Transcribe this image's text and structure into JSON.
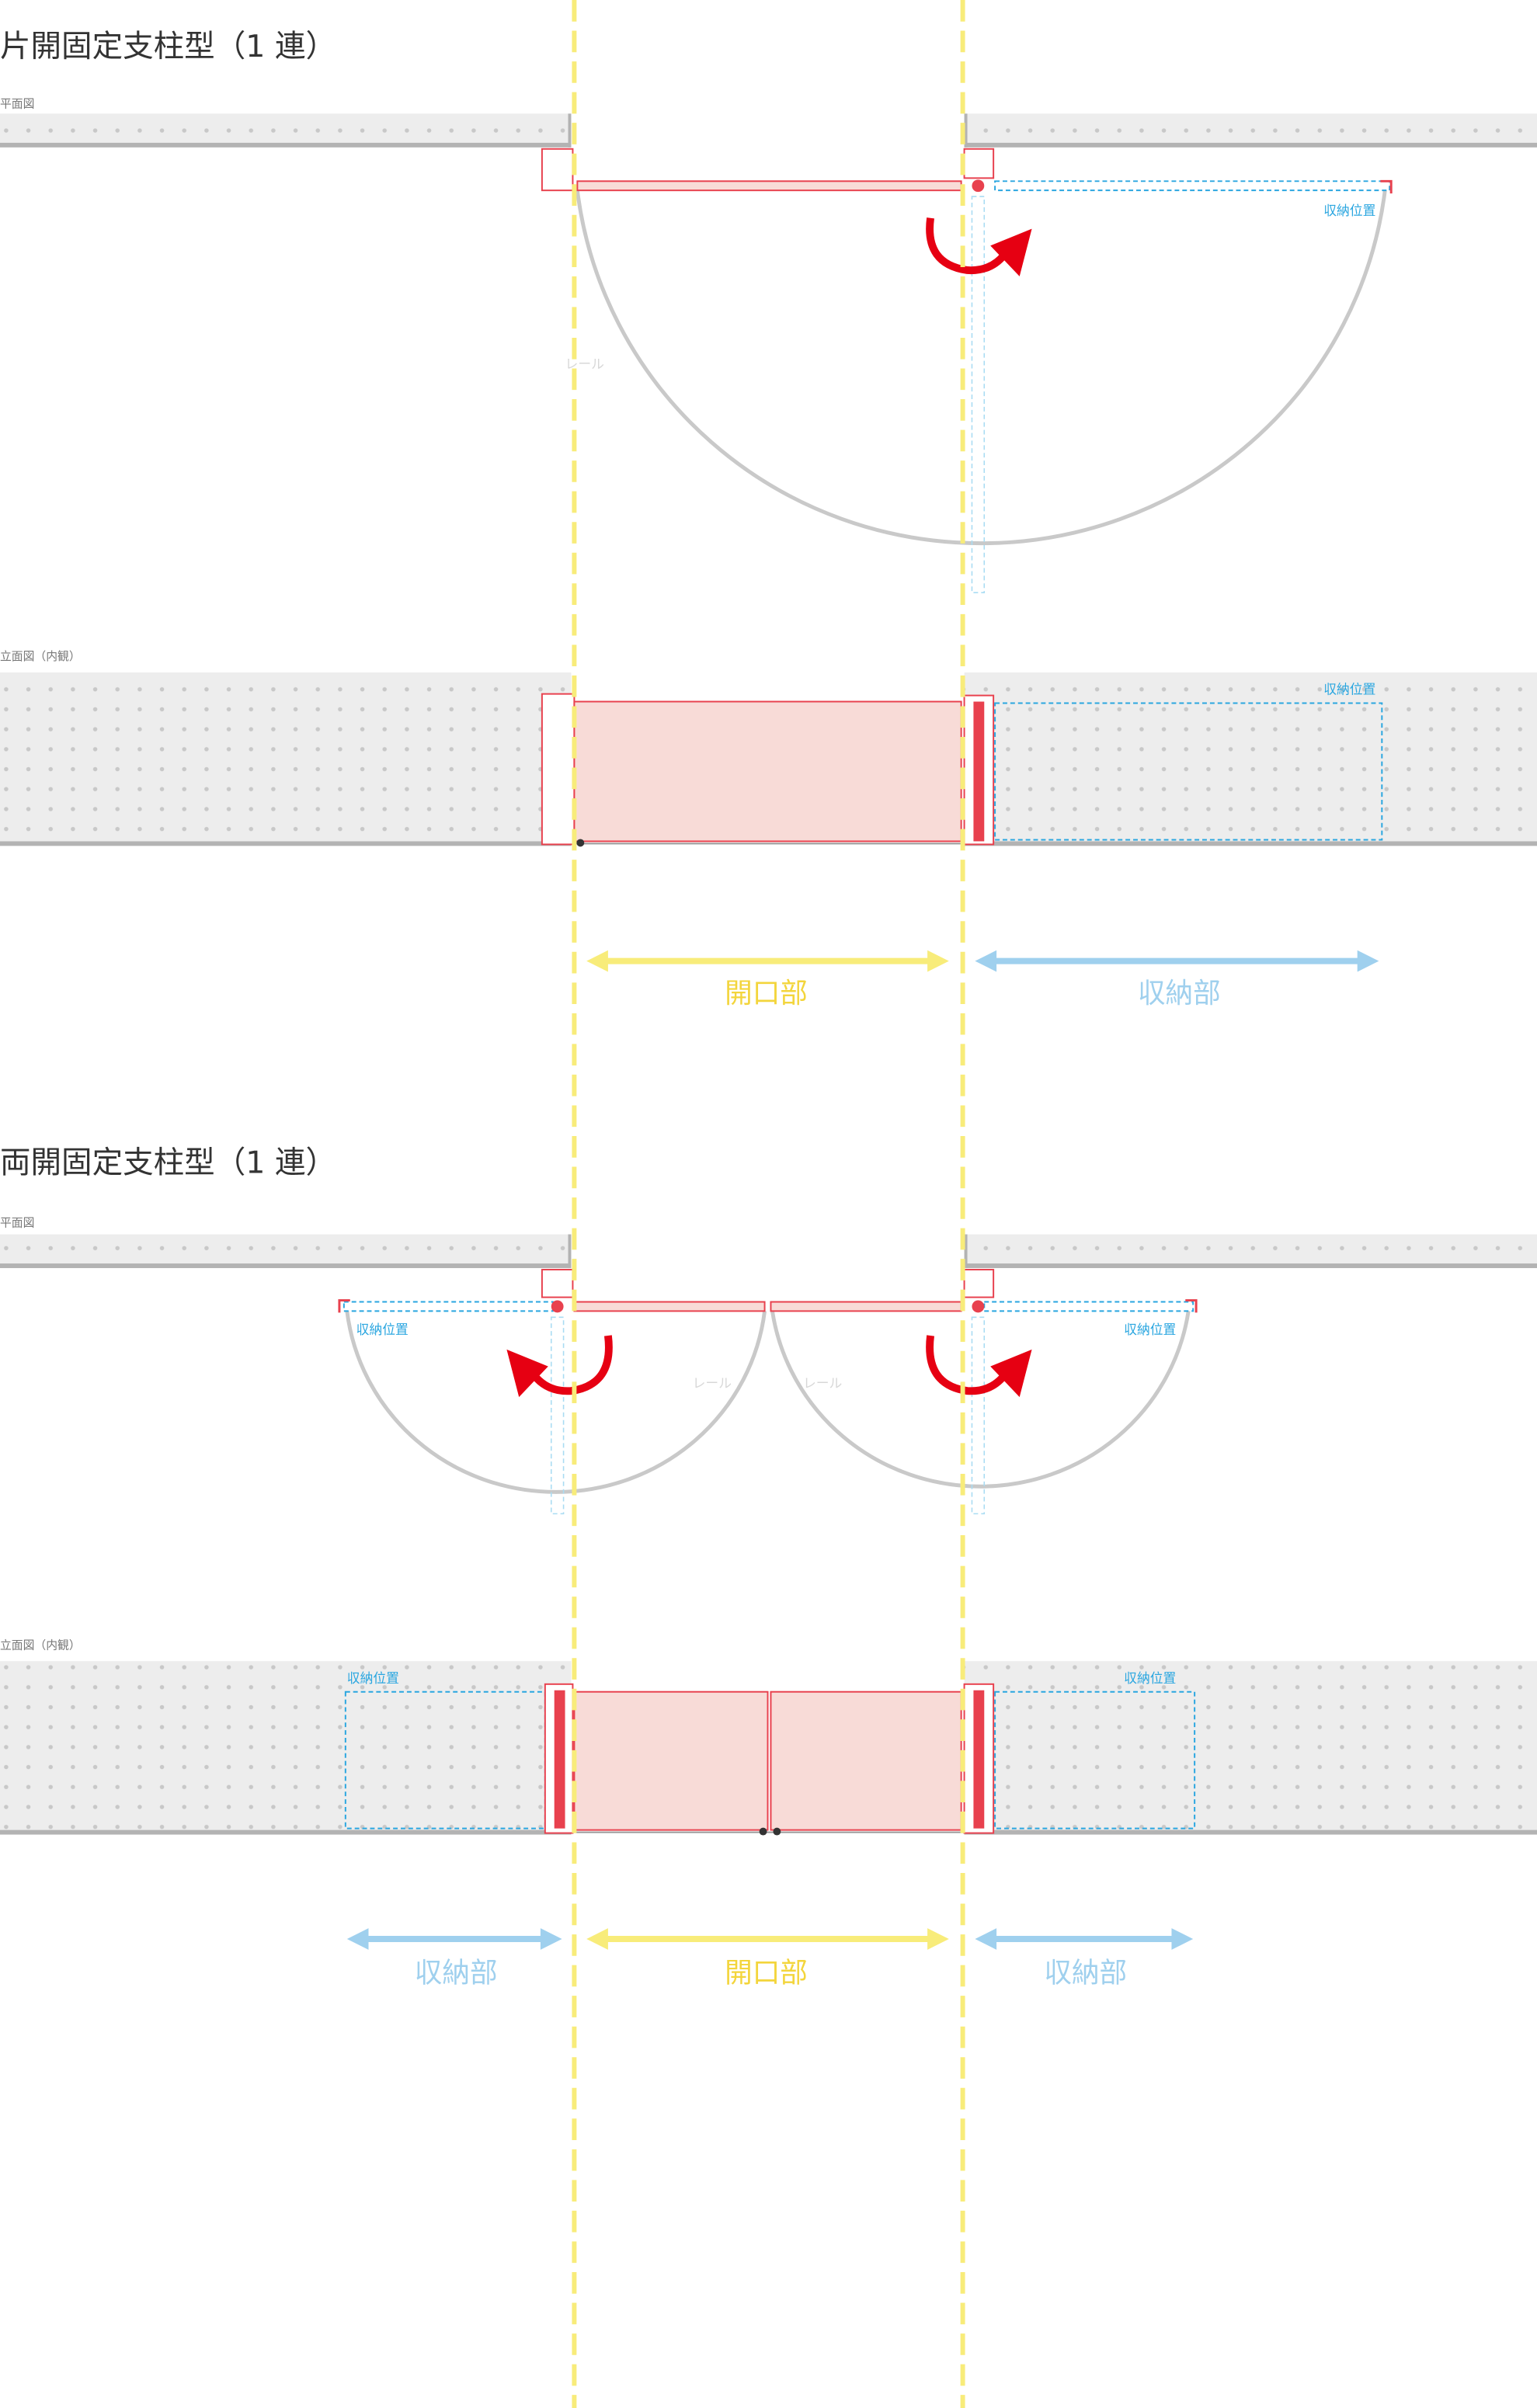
{
  "colors": {
    "door_red": "#e8414e",
    "rotate_arrow": "#e60012",
    "storage_blue": "#2aa6e0",
    "opening_yellow": "#f3d53c",
    "storage_arrow_blue": "#9fd0ee",
    "wall_gray": "#ededed"
  },
  "section1": {
    "title": "片開固定支柱型（1 連）",
    "plan_label": "平面図",
    "elevation_label": "立面図（内観）",
    "storage_position": "収納位置",
    "rail": "レール",
    "opening": "開口部",
    "storage": "収納部"
  },
  "section2": {
    "title": "両開固定支柱型（1 連）",
    "plan_label": "平面図",
    "elevation_label": "立面図（内観）",
    "storage_position": "収納位置",
    "rail": "レール",
    "opening": "開口部",
    "storage": "収納部"
  }
}
